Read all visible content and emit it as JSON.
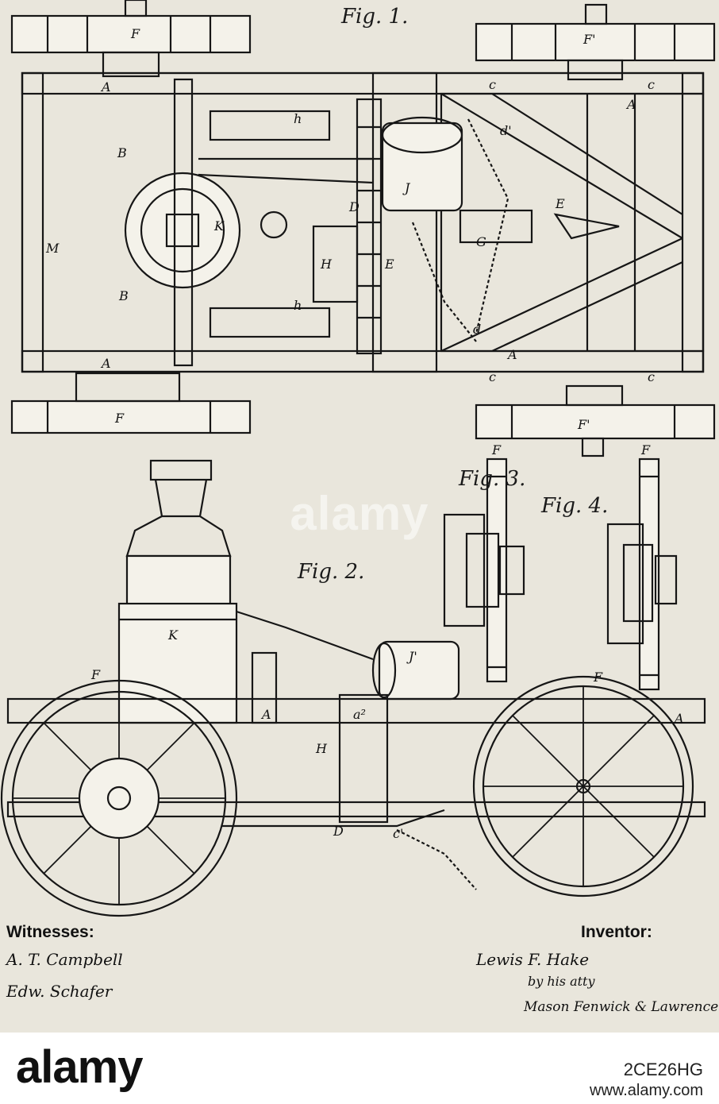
{
  "figures": {
    "fig1": "Fig. 1.",
    "fig2": "Fig. 2.",
    "fig3": "Fig. 3.",
    "fig4": "Fig. 4."
  },
  "signatures": {
    "witnesses_label": "Witnesses:",
    "inventor_label": "Inventor:",
    "witness_1": "A. T. Campbell",
    "witness_2": "Edw. Schafer",
    "inventor_name": "Lewis F. Hake",
    "inventor_by": "by his atty",
    "inventor_attorney": "Mason Fenwick & Lawrence"
  },
  "watermark": "alamy",
  "footer": {
    "logo": "alamy",
    "image_id": "2CE26HG",
    "url": "www.alamy.com"
  }
}
